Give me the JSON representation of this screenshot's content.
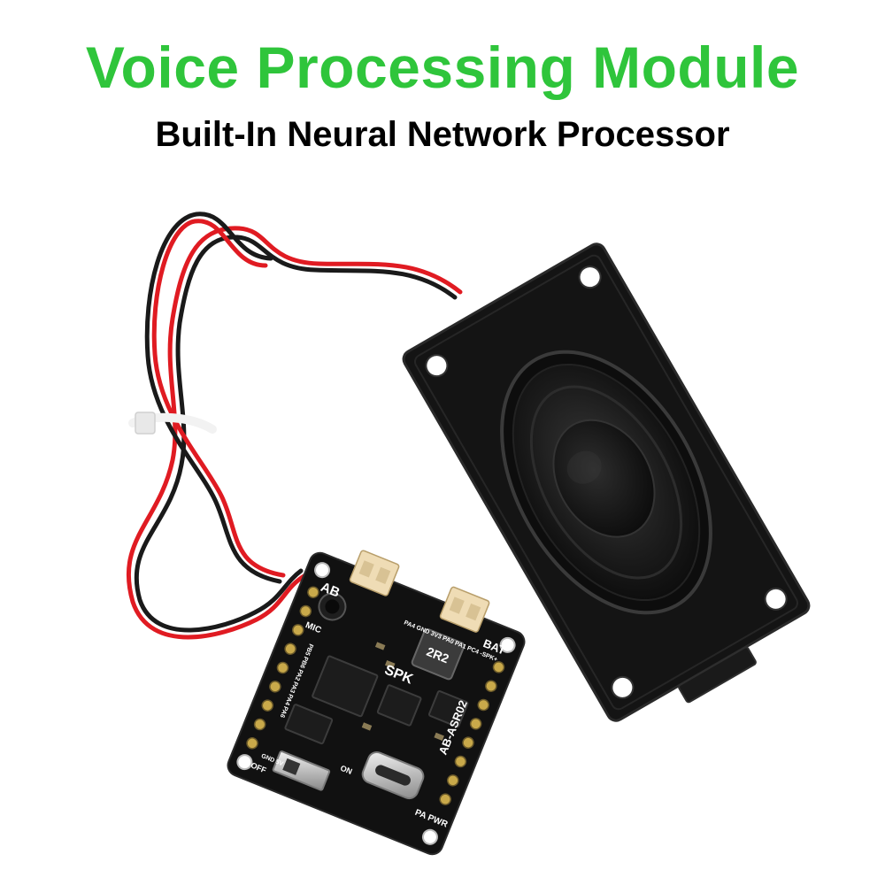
{
  "header": {
    "title": "Voice Processing Module",
    "subtitle": "Built-In Neural Network Processor"
  },
  "board": {
    "model": "AB-ASR02",
    "inductor_mark": "2R2",
    "spk_label": "SPK",
    "bat_label": "BAT",
    "mic_label": "MIC",
    "on_label": "ON",
    "off_label": "OFF",
    "pwr_label": "PA PWR",
    "pins_top": "PA4 GND 3V3 PA0 PA1 PC4 -SPK+",
    "pins_left": "PB5 PB6 PA2 PA3 PA4 PA6",
    "pins_bottom": "GND 5V",
    "logo": "AB"
  },
  "colors": {
    "title_green": "#2fc53b",
    "board_black": "#111111",
    "wire_red": "#e01b22",
    "wire_black": "#1a1a1a",
    "speaker_black": "#141414"
  }
}
